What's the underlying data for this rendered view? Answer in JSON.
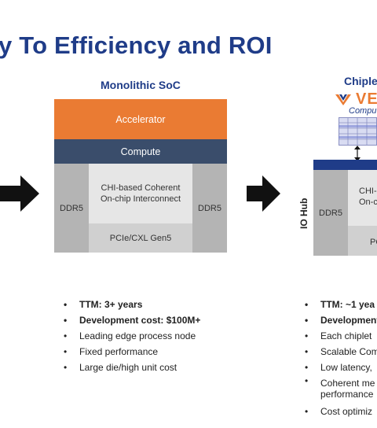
{
  "title": "y To Efficiency and ROI",
  "monolithic": {
    "heading": "Monolithic SoC",
    "accelerator": "Accelerator",
    "compute": "Compute",
    "ddr_left": "DDR5",
    "ddr_right": "DDR5",
    "interconnect": "CHI-based Coherent On-chip Interconnect",
    "pcie": "PCIe/CXL Gen5",
    "bullets": [
      {
        "text": "TTM: 3+ years",
        "bold": true
      },
      {
        "text": "Development cost: $100M+",
        "bold": true
      },
      {
        "text": "Leading edge process node",
        "bold": false
      },
      {
        "text": "Fixed performance",
        "bold": false
      },
      {
        "text": "Large die/high unit cost",
        "bold": false
      }
    ]
  },
  "chiplet": {
    "heading": "Chiple",
    "logo_text": "VE",
    "compute_label": "Comput",
    "io_hub": "IO Hub",
    "ddr": "DDR5",
    "interconnect": "CHI- On-c",
    "pcie": "PC",
    "bullets": [
      {
        "text": "TTM:  ~1 yea",
        "bold": true
      },
      {
        "text": "Development",
        "bold": true
      },
      {
        "text": "Each chiplet",
        "bold": false
      },
      {
        "text": "Scalable Com",
        "bold": false
      },
      {
        "text": "Low latency,",
        "bold": false
      },
      {
        "text": "Coherent me",
        "bold": false,
        "line2": "performance"
      },
      {
        "text": "Cost optimiz",
        "bold": false
      }
    ]
  },
  "colors": {
    "title": "#1f3c88",
    "accelerator": "#ea7b33",
    "compute": "#3a4d6b",
    "logo_blue": "#1f3c88",
    "logo_orange": "#ea7b33"
  }
}
